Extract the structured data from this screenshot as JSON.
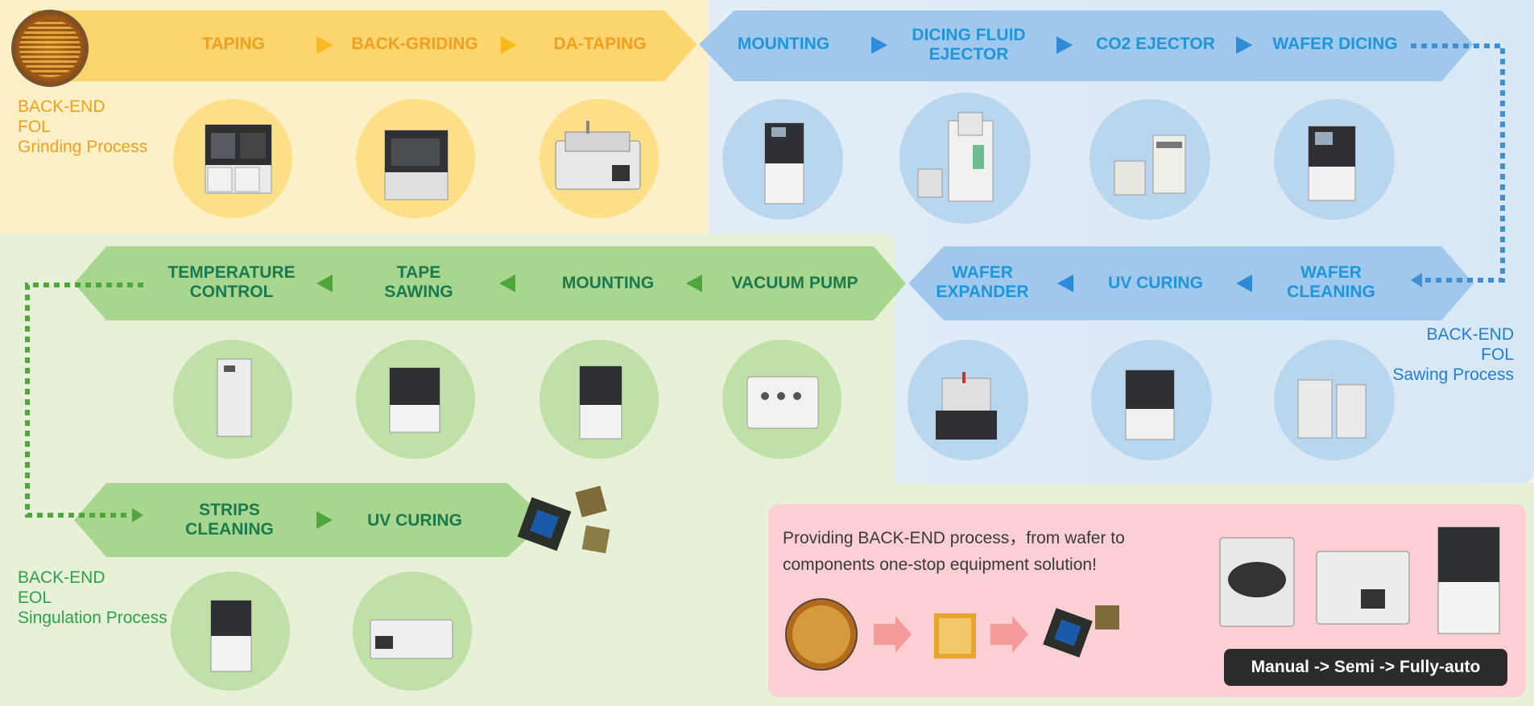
{
  "colors": {
    "yellow_bg": "#fdf0c6",
    "blue_bg": "#ddeaf7",
    "green_bg": "#e6f1d7",
    "yellow_band": "#fcd56e",
    "blue_band": "#9fc8ec",
    "green_band": "#a9d68f",
    "pink_box": "#fccfd4",
    "yellow_text": "#f0a020",
    "blue_text": "#1e96da",
    "green_text": "#187a4e",
    "dark_pill": "#2b2b2b"
  },
  "grinding": {
    "steps": [
      {
        "label": "TAPING",
        "icon": "taping-machine-icon"
      },
      {
        "label": "BACK-GRIDING",
        "icon": "back-grinding-machine-icon"
      },
      {
        "label": "DA-TAPING",
        "icon": "da-taping-machine-icon"
      }
    ],
    "section_label": "BACK-END\nFOL\nGrinding Process"
  },
  "sawing_top": {
    "steps": [
      {
        "label": "MOUNTING",
        "icon": "mounting-machine-icon"
      },
      {
        "label": "DICING FLUID\nEJECTOR",
        "icon": "dicing-fluid-ejector-icon"
      },
      {
        "label": "CO2 EJECTOR",
        "icon": "co2-ejector-icon"
      },
      {
        "label": "WAFER DICING",
        "icon": "wafer-dicing-machine-icon"
      }
    ]
  },
  "sawing_bottom": {
    "steps": [
      {
        "label": "WAFER\nEXPANDER",
        "icon": "wafer-expander-icon"
      },
      {
        "label": "UV CURING",
        "icon": "uv-curing-machine-icon"
      },
      {
        "label": "WAFER\nCLEANING",
        "icon": "wafer-cleaning-machine-icon"
      }
    ],
    "section_label": "BACK-END\nFOL\nSawing Process"
  },
  "singulation_top": {
    "steps": [
      {
        "label": "TEMPERATURE\nCONTROL",
        "icon": "temperature-control-cabinet-icon"
      },
      {
        "label": "TAPE\nSAWING",
        "icon": "tape-sawing-machine-icon"
      },
      {
        "label": "MOUNTING",
        "icon": "mounting-machine-icon"
      },
      {
        "label": "VACUUM PUMP",
        "icon": "vacuum-pump-icon"
      }
    ]
  },
  "singulation_bottom": {
    "steps": [
      {
        "label": "STRIPS\nCLEANING",
        "icon": "strips-cleaning-machine-icon"
      },
      {
        "label": "UV CURING",
        "icon": "uv-curing-oven-icon"
      }
    ],
    "section_label": "BACK-END\nEOL\nSingulation Process"
  },
  "info": {
    "line1": "Providing BACK-END process，from wafer to",
    "line2": "components one-stop equipment solution!",
    "pill": "Manual -> Semi -> Fully-auto"
  }
}
